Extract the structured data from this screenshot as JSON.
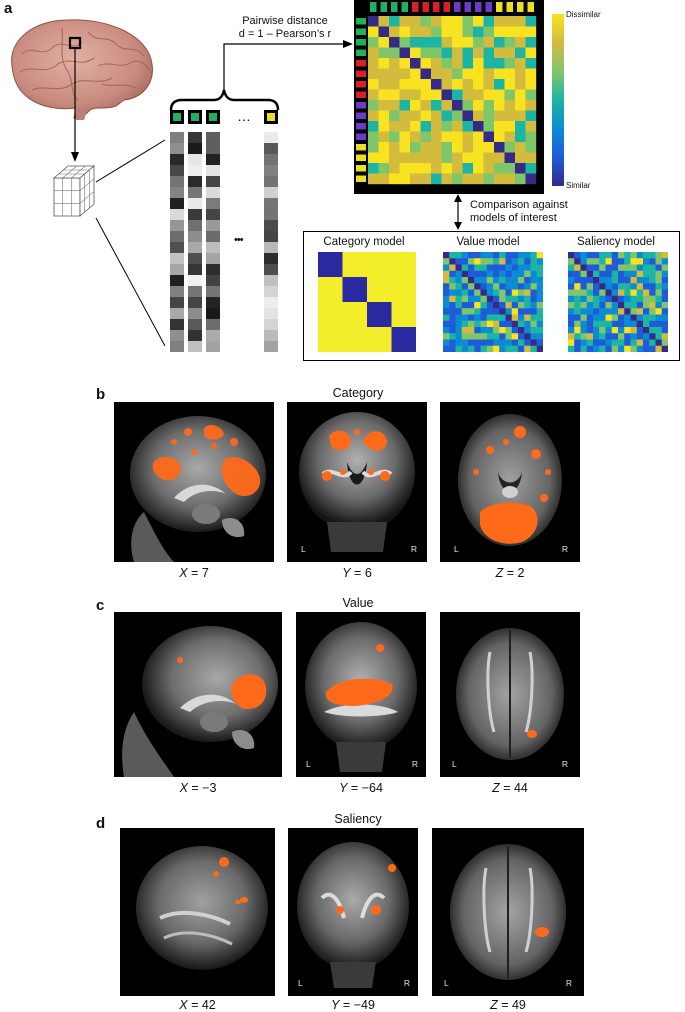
{
  "panel_a": {
    "letter": "a",
    "pairwise_label_line1": "Pairwise distance",
    "pairwise_label_line2": "d = 1 – Pearson’s r",
    "ellipsis_top": "…",
    "ellipsis_mid": "•••",
    "colorbar_top": "Dissimilar",
    "colorbar_bottom": "Similar",
    "comparison_line1": "Comparison against",
    "comparison_line2": "models of interest",
    "models": [
      {
        "title": "Category model"
      },
      {
        "title": "Value model"
      },
      {
        "title": "Saliency model"
      }
    ],
    "icon_colors": [
      "#1fb060",
      "#1fb060",
      "#1fb060",
      "#1fb060",
      "#d8202a",
      "#d8202a",
      "#d8202a",
      "#d8202a",
      "#6c3cc8",
      "#6c3cc8",
      "#6c3cc8",
      "#6c3cc8",
      "#e8e020",
      "#e8e020",
      "#e8e020",
      "#e8e020"
    ],
    "colormap": [
      "#352a87",
      "#1e5bd8",
      "#0b8bd3",
      "#1cb5a5",
      "#7fc66b",
      "#d3bb3d",
      "#f9e21f"
    ]
  },
  "panel_b": {
    "letter": "b",
    "title": "Category",
    "coords": [
      {
        "axis": "X",
        "value": "7"
      },
      {
        "axis": "Y",
        "value": "6"
      },
      {
        "axis": "Z",
        "value": "2"
      }
    ],
    "left_marker": "L",
    "right_marker": "R"
  },
  "panel_c": {
    "letter": "c",
    "title": "Value",
    "coords": [
      {
        "axis": "X",
        "value": "−3"
      },
      {
        "axis": "Y",
        "value": "−64"
      },
      {
        "axis": "Z",
        "value": "44"
      }
    ],
    "left_marker": "L",
    "right_marker": "R"
  },
  "panel_d": {
    "letter": "d",
    "title": "Saliency",
    "coords": [
      {
        "axis": "X",
        "value": "42"
      },
      {
        "axis": "Y",
        "value": "−49"
      },
      {
        "axis": "Z",
        "value": "49"
      }
    ],
    "left_marker": "L",
    "right_marker": "R"
  },
  "colors": {
    "activation": "#ff6a1a",
    "diag": "#2a2aa0",
    "yellow": "#f4ee2a"
  }
}
